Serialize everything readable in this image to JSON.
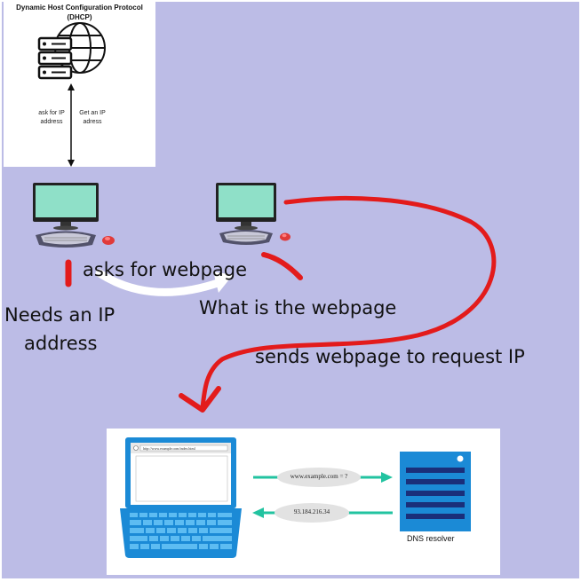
{
  "dhcp": {
    "title": "Dynamic Host Configuration Protocol",
    "subtitle": "(DHCP)",
    "ask_label": "ask for IP address",
    "get_label": "Get an IP adress",
    "server_icon": "server-globe-icon"
  },
  "labels": {
    "asks_for_webpage": "asks for webpage",
    "needs_ip_line1": "Needs an IP",
    "needs_ip_line2": "address",
    "what_is_webpage": "What is the webpage",
    "sends_webpage": "sends webpage to request IP"
  },
  "dns": {
    "url": "http://www.example.com/index.html",
    "query": "www.example.com = ?",
    "answer": "93.184.216.34",
    "resolver_label": "DNS resolver"
  },
  "colors": {
    "background": "#bcbce6",
    "red_arrow": "#e31b1b",
    "teal_arrow": "#22c3a0",
    "screen": "#8fe0c8",
    "laptop_blue": "#1b8ad6",
    "server_dark": "#1a2f7a"
  }
}
